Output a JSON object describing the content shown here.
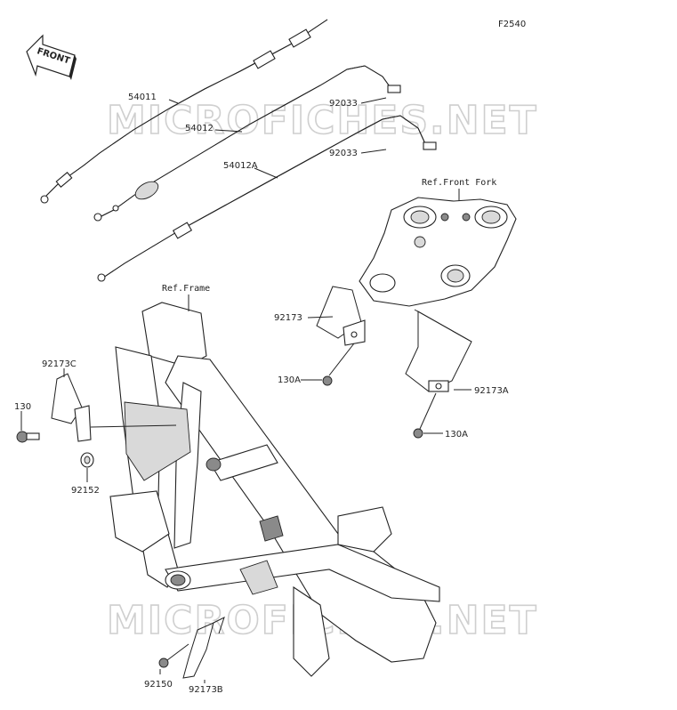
{
  "diagram": {
    "code": "F2540",
    "front_badge": "FRONT",
    "watermark": "MICROFICHES.NET",
    "refs": {
      "front_fork": "Ref.Front Fork",
      "frame": "Ref.Frame"
    },
    "parts": {
      "p54011": "54011",
      "p54012": "54012",
      "p54012A": "54012A",
      "p92033a": "92033",
      "p92033b": "92033",
      "p92173": "92173",
      "p130A_a": "130A",
      "p92173A": "92173A",
      "p130A_b": "130A",
      "p92173C": "92173C",
      "p130": "130",
      "p92152": "92152",
      "p92150": "92150",
      "p92173B": "92173B"
    }
  }
}
